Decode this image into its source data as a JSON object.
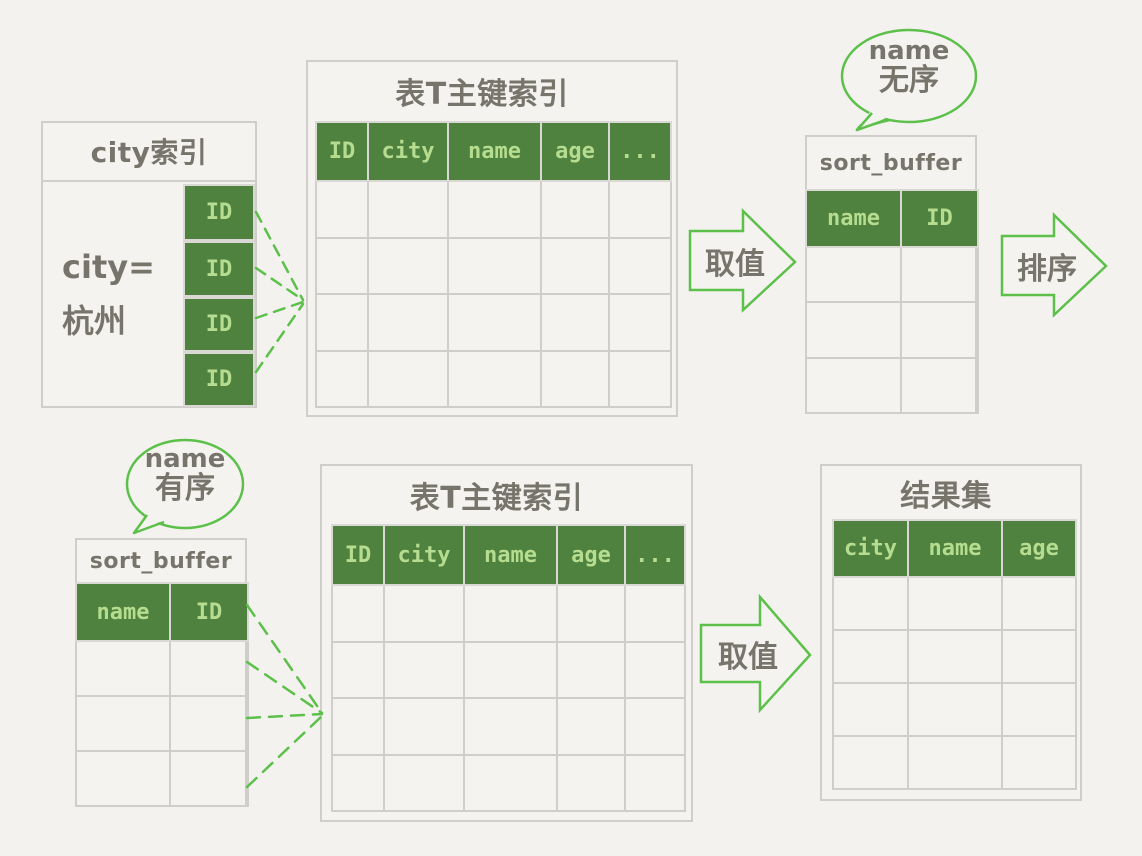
{
  "colors": {
    "background": "#f3f2ef",
    "header_fill": "#4f823f",
    "header_text": "#b5dc8f",
    "body_text": "#77756b",
    "grid_line": "#cfcecb",
    "accent_green": "#5cc04a"
  },
  "top_flow": {
    "city_index": {
      "title": "city索引",
      "key_label_line1": "city=",
      "key_label_line2": "杭州",
      "id_cells": [
        "ID",
        "ID",
        "ID",
        "ID"
      ]
    },
    "primary_index": {
      "title": "表T主键索引",
      "columns": [
        "ID",
        "city",
        "name",
        "age",
        "..."
      ],
      "empty_rows": 4
    },
    "arrow_fetch": {
      "label": "取值"
    },
    "bubble": {
      "line1": "name",
      "line2": "无序"
    },
    "sort_buffer": {
      "title": "sort_buffer",
      "columns": [
        "name",
        "ID"
      ],
      "empty_rows": 3
    },
    "arrow_sort": {
      "label": "排序"
    }
  },
  "bottom_flow": {
    "bubble": {
      "line1": "name",
      "line2": "有序"
    },
    "sort_buffer": {
      "title": "sort_buffer",
      "columns": [
        "name",
        "ID"
      ],
      "empty_rows": 3
    },
    "primary_index": {
      "title": "表T主键索引",
      "columns": [
        "ID",
        "city",
        "name",
        "age",
        "..."
      ],
      "empty_rows": 4
    },
    "arrow_fetch": {
      "label": "取值"
    },
    "result_set": {
      "title": "结果集",
      "columns": [
        "city",
        "name",
        "age"
      ],
      "empty_rows": 4
    }
  }
}
